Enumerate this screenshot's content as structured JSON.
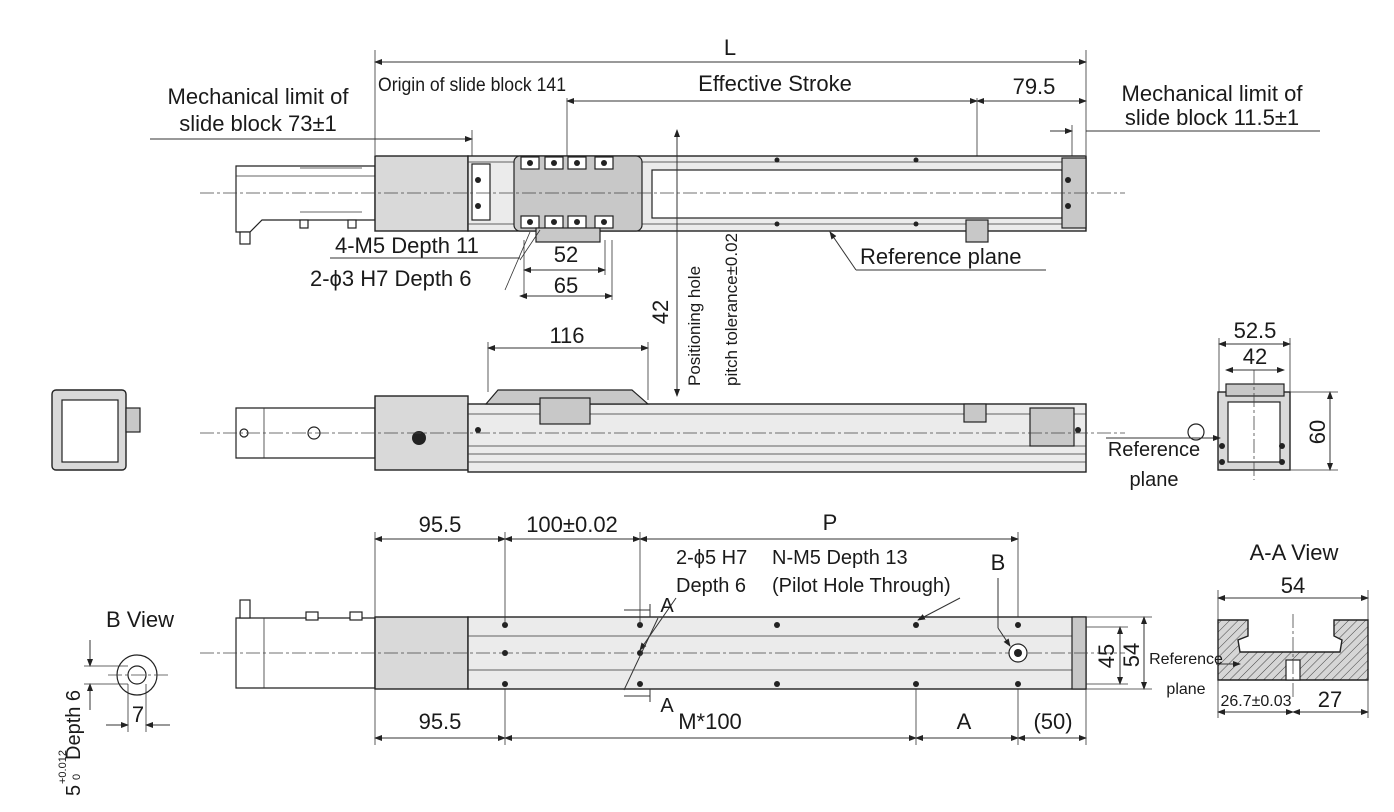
{
  "top_view": {
    "length_label": "L",
    "origin_label": "Origin of slide block 141",
    "effective_stroke_label": "Effective Stroke",
    "end_dim_label": "79.5",
    "mech_limit_left": [
      "Mechanical limit of",
      "slide block 73±1"
    ],
    "mech_limit_right": [
      "Mechanical limit of",
      "slide block 11.5±1"
    ],
    "tapped_holes_label": "4-M5 Depth 11",
    "pin_holes_label": "2-ϕ3 H7 Depth 6",
    "dim_52": "52",
    "dim_65": "65",
    "reference_plane_label": "Reference plane",
    "positioning_note": [
      "Positioning hole",
      "pitch tolerance±0.02"
    ],
    "dim_42_vertical": "42"
  },
  "side_view": {
    "dim_116": "116"
  },
  "end_view": {
    "dim_52_5": "52.5",
    "dim_42": "42",
    "dim_60": "60",
    "reference_plane_label": [
      "Reference",
      "plane"
    ]
  },
  "bottom_view": {
    "dim_95_5_top": "95.5",
    "dim_pitch": "100±0.02",
    "dim_p": "P",
    "pin_holes_label": [
      "2-ϕ5 H7",
      "Depth 6"
    ],
    "tapped_holes_label": [
      "N-M5 Depth 13",
      "(Pilot Hole Through)"
    ],
    "label_b": "B",
    "label_a_top": "A",
    "label_a_bottom": "A",
    "dim_95_5_bottom": "95.5",
    "dim_m100": "M*100",
    "dim_a": "A",
    "dim_50": "(50)",
    "dim_45": "45",
    "dim_54_vertical": "54"
  },
  "b_view": {
    "title": "B View",
    "dim_7": "7",
    "depth_label": "Depth 6",
    "diameter_label": "5",
    "tolerance_upper": "+0.012",
    "tolerance_lower": "0"
  },
  "aa_view": {
    "title": "A-A View",
    "dim_54": "54",
    "reference_plane_label": [
      "Reference",
      "plane"
    ],
    "dim_26_7": "26.7±0.03",
    "dim_27": "27"
  }
}
